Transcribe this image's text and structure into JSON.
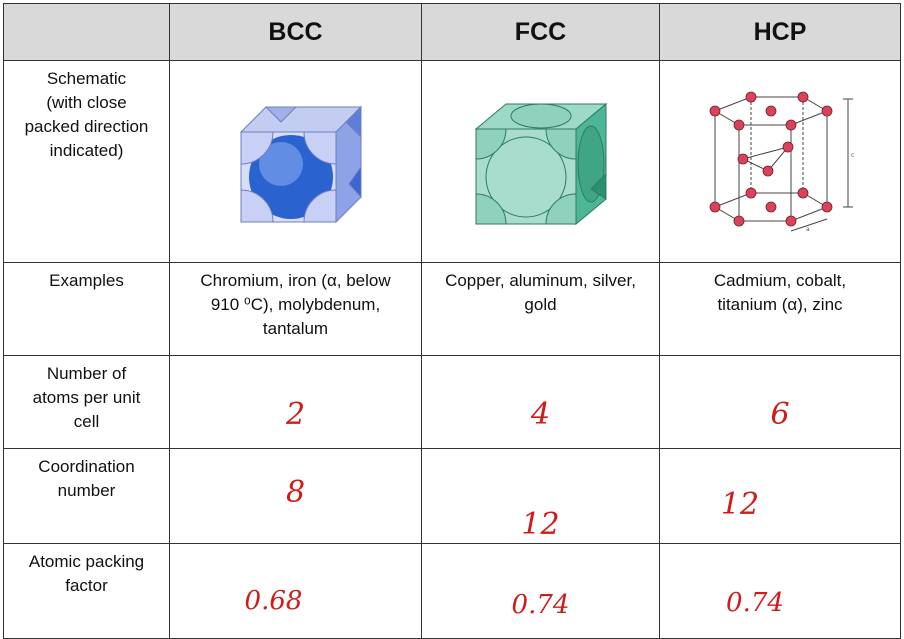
{
  "headers": [
    "",
    "BCC",
    "FCC",
    "HCP"
  ],
  "rows": {
    "schematic": {
      "label": "Schematic (with close packed direction indicated)",
      "label_lines": [
        "Schematic",
        "(with close",
        "packed direction",
        "indicated)"
      ]
    },
    "examples": {
      "label": "Examples",
      "bcc_lines": [
        "Chromium, iron (α, below",
        "910 ⁰C), molybdenum,",
        "tantalum"
      ],
      "fcc_lines": [
        "Copper, aluminum, silver,",
        "gold"
      ],
      "hcp_lines": [
        "Cadmium, cobalt,",
        "titanium (α), zinc"
      ]
    },
    "atoms": {
      "label_lines": [
        "Number of",
        "atoms per unit",
        "cell"
      ],
      "bcc": "2",
      "fcc": "4",
      "hcp": "6"
    },
    "coord": {
      "label_lines": [
        "Coordination",
        "number"
      ],
      "bcc": "8",
      "fcc": "12",
      "hcp": "12"
    },
    "apf": {
      "label_lines": [
        "Atomic packing",
        "factor"
      ],
      "bcc": "0.68",
      "fcc": "0.74",
      "hcp": "0.74"
    }
  },
  "colors": {
    "bcc": "#5b7fd6",
    "fcc": "#3aa58a",
    "hcp": "#d9435a",
    "header_bg": "#d9d9d9",
    "handwriting": "#d11a1a"
  },
  "hcp_dims": {
    "a": "a",
    "c": "c"
  }
}
